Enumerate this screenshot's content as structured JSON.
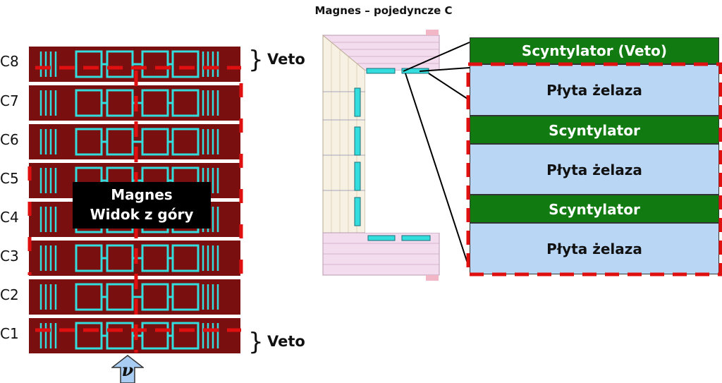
{
  "title": "Magnes – pojedyncze C",
  "modules": [
    "C8",
    "C7",
    "C6",
    "C5",
    "C4",
    "C3",
    "C2",
    "C1"
  ],
  "veto_label": "Veto",
  "magnet_box": {
    "line1": "Magnes",
    "line2": "Widok z góry"
  },
  "neutrino_label": "ν",
  "layers": [
    {
      "kind": "scintillator",
      "label": "Scyntylator (Veto)"
    },
    {
      "kind": "iron",
      "label": "Płyta żelaza"
    },
    {
      "kind": "scintillator",
      "label": "Scyntylator"
    },
    {
      "kind": "iron",
      "label": "Płyta żelaza"
    },
    {
      "kind": "scintillator",
      "label": "Scyntylator"
    },
    {
      "kind": "iron",
      "label": "Płyta żelaza"
    }
  ],
  "colors": {
    "module": "#7a0f0f",
    "coil": "#33dddd",
    "dashed": "#e01010",
    "scintillator": "#117a11",
    "iron": "#b9d7f5",
    "arrow": "#a9cdf2"
  }
}
